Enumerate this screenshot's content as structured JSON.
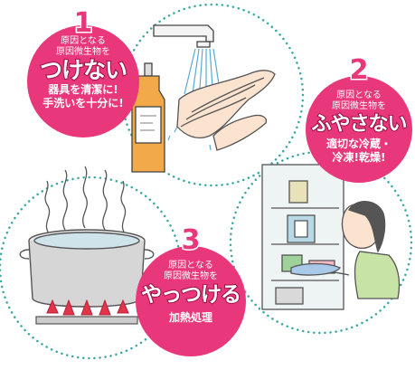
{
  "steps": [
    {
      "number": "1",
      "pre_line1": "原因となる",
      "pre_line2": "原因微生物を",
      "action": "つけない",
      "detail_line1": "器具を清潔に!",
      "detail_line2": "手洗いを十分に!"
    },
    {
      "number": "2",
      "pre_line1": "原因となる",
      "pre_line2": "原因微生物を",
      "action": "ふやさない",
      "detail_line1": "適切な冷蔵・",
      "detail_line2": "冷凍!乾燥!"
    },
    {
      "number": "3",
      "pre_line1": "原因となる",
      "pre_line2": "原因微生物を",
      "action": "やっつける",
      "detail_line1": "加熱処理"
    }
  ],
  "colors": {
    "badge": "#e8377a",
    "badge_outline": "#9b0f47",
    "dots": "#3aa8a0",
    "water": "#5aa9d6",
    "flame": "#e2354a"
  },
  "illustrations": [
    "handwashing-illustration",
    "refrigerator-illustration",
    "boiling-pot-illustration"
  ]
}
